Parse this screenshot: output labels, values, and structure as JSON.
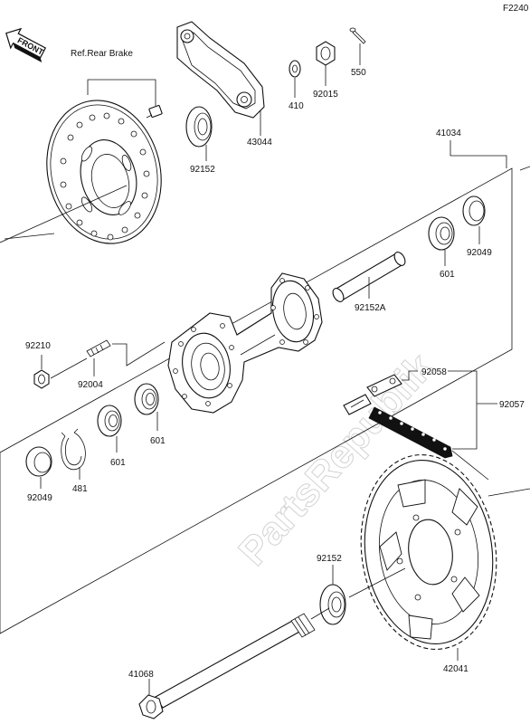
{
  "diagram_code": "F2240",
  "front_label": "FRONT",
  "ref_label": "Ref.Rear Brake",
  "watermark": "PartsRepublik",
  "parts": {
    "p43044": "43044",
    "p410": "410",
    "p92015": "92015",
    "p550": "550",
    "p92152_top": "92152",
    "p41034": "41034",
    "p92049_right": "92049",
    "p601_right": "601",
    "p92152A": "92152A",
    "p92210": "92210",
    "p92004": "92004",
    "p601_mid": "601",
    "p601_left": "601",
    "p481": "481",
    "p92049_left": "92049",
    "p92058": "92058",
    "p92057": "92057",
    "p92152_bottom": "92152",
    "p41068": "41068",
    "p42041": "42041"
  }
}
